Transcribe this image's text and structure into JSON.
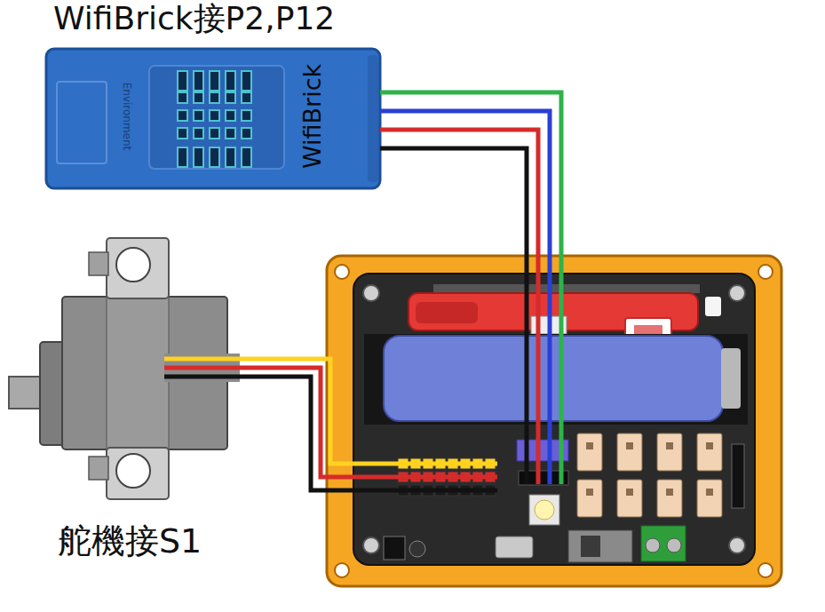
{
  "diagram": {
    "nodes": [
      {
        "text": [
          "WifiBrick接P2,P12",
          "Environment",
          "WifiBrick"
        ]
      },
      {
        "text": [
          "舵機接S1"
        ]
      }
    ]
  }
}
